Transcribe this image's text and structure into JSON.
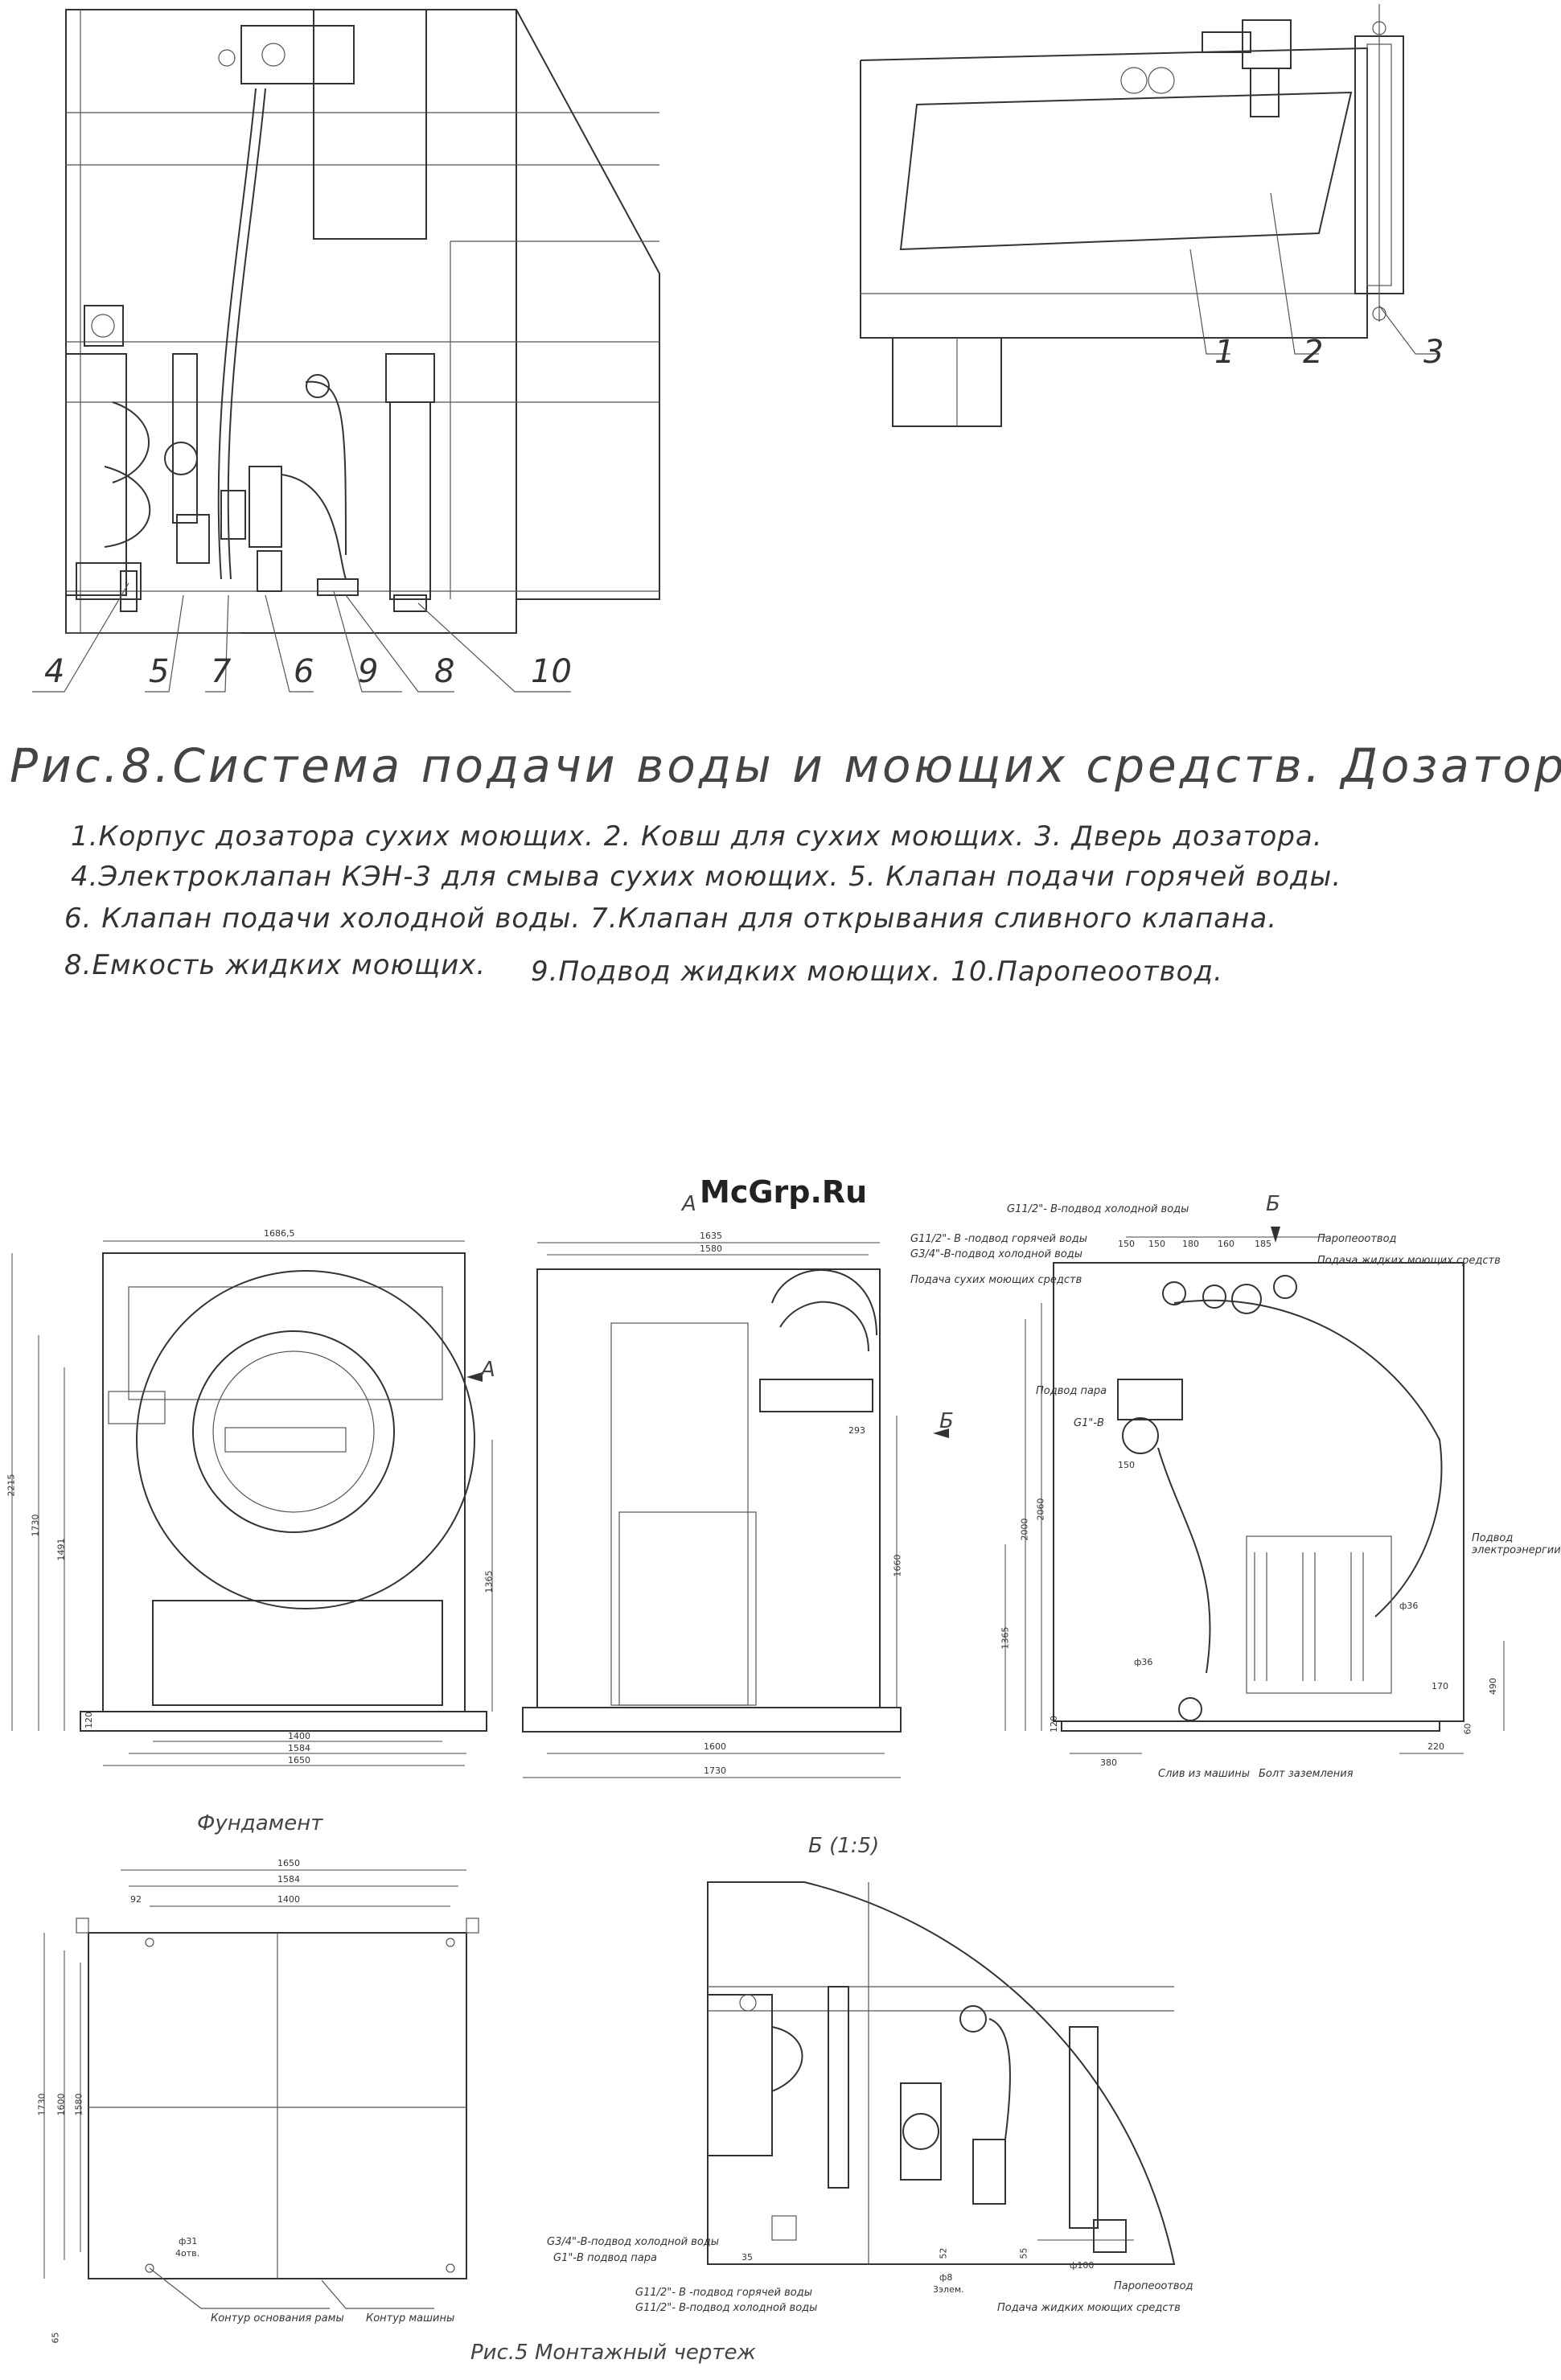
{
  "figure8": {
    "title": "Рис.8.Система подачи воды и моющих средств. Дозатор.",
    "callouts": [
      "1",
      "2",
      "3",
      "4",
      "5",
      "7",
      "6",
      "9",
      "8",
      "10"
    ],
    "legend": [
      "1.Корпус дозатора сухих моющих. 2. Ковш  для сухих моющих. 3. Дверь дозатора.",
      "4.Электроклапан КЭН-3 для смыва сухих моющих.  5. Клапан  подачи горячей воды.",
      "6. Клапан  подачи  холодной  воды.  7.Клапан для открывания сливного клапана.",
      "8.Емкость жидких моющих.",
      "9.Подвод жидких моющих. 10.Паропеоотвод."
    ]
  },
  "watermark": "McGrp.Ru",
  "figure5": {
    "title": "Рис.5 Монтажный чертеж",
    "view_a_label": "А",
    "view_b_label": "Б",
    "section_b_title": "Б (1:5)",
    "foundation_title": "Фундамент",
    "front_dims": [
      "1686,5",
      "2215",
      "1730",
      "1491",
      "1365",
      "120",
      "1400",
      "1584",
      "1650"
    ],
    "side_dims": [
      "1635",
      "1580",
      "293",
      "1660",
      "1600",
      "1730"
    ],
    "right_dims": [
      "150",
      "150",
      "180",
      "160",
      "185",
      "2060",
      "2000",
      "1365",
      "120",
      "380",
      "220",
      "170",
      "490",
      "60",
      "ф36",
      "ф36",
      "150"
    ],
    "right_labels": [
      "G11/2\"- B-подвод холодной воды",
      "G11/2\"- B -подвод горячей воды",
      "G3/4\"-B-подвод холодной воды",
      "Подача сухих моющих средств",
      "Подача жидких моющих средств",
      "Паропеоотвод",
      "Подвод пара",
      "G1\"-B",
      "Подвод электроэнергии.",
      "Слив  из машины",
      "Болт заземления"
    ],
    "foundation_dims": [
      "1650",
      "1584",
      "1400",
      "92",
      "1730",
      "1600",
      "1580",
      "ф31",
      "4отв.",
      "65"
    ],
    "foundation_labels": [
      "Контур основания рамы",
      "Контур машины"
    ],
    "section_b_labels": [
      "G3/4\"-B-подвод холодной воды",
      "G1\"-B подвод пара",
      "G11/2\"- B -подвод горячей воды",
      "G11/2\"- B-подвод холодной воды",
      "Паропеоотвод",
      "Подача жидких моющих средств"
    ],
    "section_b_dims": [
      "35",
      "ф8",
      "3элем.",
      "52",
      "55",
      "ф100"
    ]
  }
}
